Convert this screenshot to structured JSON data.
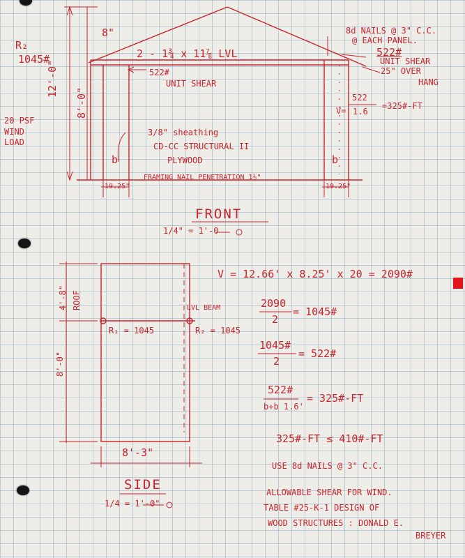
{
  "front": {
    "r2_label": "R₂",
    "r2_value": "1045#",
    "roof_pitch": "8\"",
    "height_dim": "12'-0\"",
    "wall_height": "8'-0\"",
    "wind_load": "20 PSF WIND LOAD",
    "beam": "2 - 1¾ x 11⅞ LVL",
    "unit_shear_left_value": "522#",
    "unit_shear_left_label": "UNIT SHEAR",
    "nails_note_1": "8d NAILS @ 3\" C.C.",
    "nails_note_2": "@ EACH PANEL.",
    "unit_shear_right_value": "522#",
    "unit_shear_right_label": "UNIT SHEAR",
    "overhang_1": "25\" OVER",
    "overhang_2": "HANG",
    "v_calc_prefix": "V=",
    "v_calc_num": "522",
    "v_calc_den": "1.6",
    "v_calc_result": "=325#-FT",
    "sheathing_1": "3/8\" sheathing",
    "sheathing_2": "CD-CC STRUCTURAL II",
    "sheathing_3": "PLYWOOD",
    "penetration": "FRAMING NAIL PENETRATION 1½\"",
    "panel_b_left": "b",
    "panel_b_right": "b",
    "panel_w_left": "19.25\"",
    "panel_w_right": "19.25\"",
    "title": "FRONT",
    "scale": "1/4\" = 1'-0"
  },
  "side": {
    "roof_dim": "4'-8\"",
    "roof_label": "ROOF",
    "wall_dim": "8'-0\"",
    "lvl_label": "LVL BEAM",
    "r1": "R₁ = 1045",
    "r2": "R₂ = 1045",
    "width": "8'-3\"",
    "title": "SIDE",
    "scale": "1/4 = 1'-0\""
  },
  "calcs": {
    "v_total": "V = 12.66' x 8.25' x 20 = 2090#",
    "half_num": "2090",
    "half_den": "2",
    "half_result": "= 1045#",
    "quarter_num": "1045#",
    "quarter_den": "2",
    "quarter_result": "= 522#",
    "shear_num": "522#",
    "shear_den": "b+b  1.6'",
    "shear_result": "= 325#-FT",
    "compare": "325#-FT ≤ 410#-FT",
    "use": "USE 8d NAILS @ 3\" C.C.",
    "ref_1": "ALLOWABLE SHEAR FOR WIND.",
    "ref_2": "TABLE #25-K-1  DESIGN OF",
    "ref_3": "WOOD STRUCTURES : DONALD E.",
    "ref_4": "BREYER"
  },
  "colors": {
    "ink": "#c8242c",
    "grid": "#7aa0be",
    "paper": "#eeede8"
  }
}
